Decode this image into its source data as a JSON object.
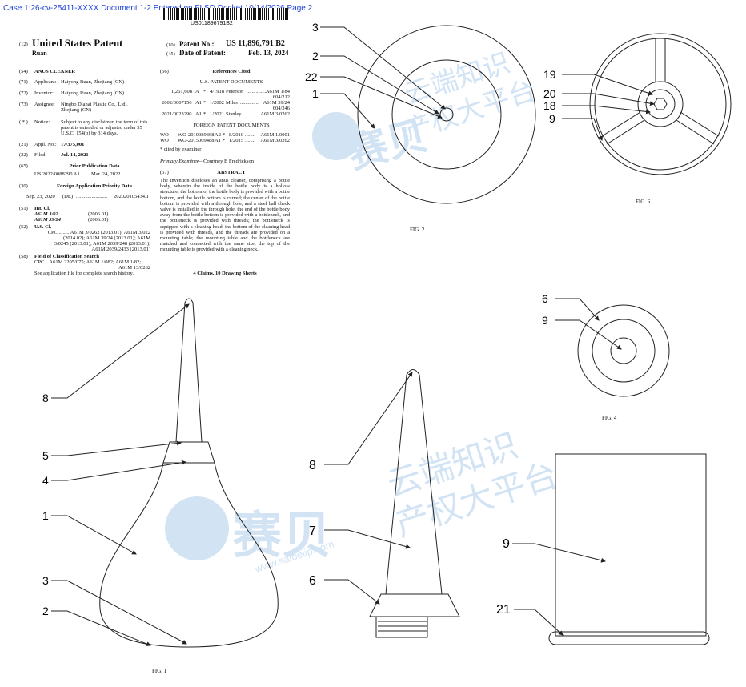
{
  "header": {
    "case_line": "Case 1:26-cv-25411-XXXX   Document 1-2   Entered on FLSD Docket 10/14/2026   Page 2",
    "barcode_number": "US011896791B2"
  },
  "patent": {
    "code12": "(12)",
    "title": "United States Patent",
    "inventor_short": "Ruan",
    "code10": "(10)",
    "number_label": "Patent No.:",
    "number": "US 11,896,791 B2",
    "code45": "(45)",
    "date_label": "Date of Patent:",
    "date": "Feb. 13, 2024"
  },
  "left": {
    "c54": "(54)",
    "invention": "ANUS CLEANER",
    "c71": "(71)",
    "applicant_label": "Applicant:",
    "applicant": "Haiyong Ruan, Zhejiang (CN)",
    "c72": "(72)",
    "inventor_label": "Inventor:",
    "inventor": "Haiyong Ruan, Zhejiang (CN)",
    "c73": "(73)",
    "assignee_label": "Assignee:",
    "assignee1": "Ningbo Dianai Plastic Co., Ltd.,",
    "assignee2": "Zhejiang (CN)",
    "cnote": "( * )",
    "notice_label": "Notice:",
    "notice1": "Subject to any disclaimer, the term of this",
    "notice2": "patent is extended or adjusted under 35",
    "notice3": "U.S.C. 154(b) by 314 days.",
    "c21": "(21)",
    "appl_label": "Appl. No.:",
    "appl": "17/375,001",
    "c22": "(22)",
    "filed_label": "Filed:",
    "filed": "Jul. 14, 2021",
    "c65": "(65)",
    "prior_title": "Prior Publication Data",
    "prior_num": "US 2022/0088290 A1",
    "prior_date": "Mar. 24, 2022",
    "c30": "(30)",
    "foreign_title": "Foreign Application Priority Data",
    "fp_date": "Sep. 23, 2020",
    "fp_country": "(DE)",
    "fp_dots": "........................",
    "fp_num": "202020105434.1",
    "c51": "(51)",
    "intcl_label": "Int. Cl.",
    "intcl1": "A61M 3/02",
    "intcl1_date": "(2006.01)",
    "intcl2": "A61M 39/24",
    "intcl2_date": "(2006.01)",
    "c52": "(52)",
    "uscl_label": "U.S. Cl.",
    "cpc1": "CPC ........ A61M 3/0262 (2013.01); A61M 3/022",
    "cpc2": "(2014.02); A61M 39/24 (2013.01); A61M",
    "cpc3": "3/0245 (2013.01); A61M 2039/248 (2013.01);",
    "cpc4": "A61M 2039/2433 (2013.01)",
    "c58": "(58)",
    "field_label": "Field of Classification Search",
    "field1": "CPC .. A61M 2205/075; A61M 1/082; A61M 1/82;",
    "field2": "A61M 13/0262",
    "field3": "See application file for complete search history."
  },
  "right": {
    "c56": "(56)",
    "refs_title": "References Cited",
    "us_docs": "U.S. PATENT DOCUMENTS",
    "us_rows": [
      {
        "num": "1,261,608",
        "kind": "A",
        "star": "*",
        "date": "4/1918",
        "name": "Peterson",
        "dots": "...............",
        "cls": "A61M 1/84",
        "cls2": "604/212"
      },
      {
        "num": "2002/0007156",
        "kind": "A1",
        "star": "*",
        "date": "1/2002",
        "name": "Miles",
        "dots": "...............",
        "cls": "A61M 39/24",
        "cls2": "604/246"
      },
      {
        "num": "2021/0023290",
        "kind": "A1",
        "star": "*",
        "date": "1/2021",
        "name": "Stanley",
        "dots": "............",
        "cls": "A61M 3/0262",
        "cls2": ""
      }
    ],
    "foreign_docs": "FOREIGN PATENT DOCUMENTS",
    "fo_rows": [
      {
        "cc": "WO",
        "num": "WO-2010089368",
        "kind": "A2",
        "star": "*",
        "date": "8/2010",
        "dots": "........",
        "cls": "A61M 1/0001"
      },
      {
        "cc": "WO",
        "num": "WO-2015009488",
        "kind": "A1",
        "star": "*",
        "date": "1/2015",
        "dots": "........",
        "cls": "A61M 3/0262"
      }
    ],
    "cited": "* cited by examiner",
    "examiner_label": "Primary Examiner",
    "examiner": "— Courtney B Fredrickson",
    "c57": "(57)",
    "abstract_title": "ABSTRACT",
    "abstract": "The invention discloses an anus cleaner, comprising a bottle body, wherein the inside of the bottle body is a hollow structure; the bottom of the bottle body is provided with a bottle bottom, and the bottle bottom is curved; the center of the bottle bottom is provided with a through hole, and a steel ball check valve is installed in the through hole; the end of the bottle body away from the bottle bottom is provided with a bottleneck, and the bottleneck is provided with threads; the bottleneck is equipped with a cleaning head; the bottom of the cleaning head is provided with threads, and the threads are provided on a mounting table; the mounting table and the bottleneck are matched and connected with the same size; the top of the mounting table is provided with a cleaning neck.",
    "claims": "4 Claims, 10 Drawing Sheets"
  },
  "watermark": {
    "brand": "赛贝",
    "line1": "云端知识",
    "line2": "产权大平台",
    "url": "www.saibeiip.com"
  },
  "figures": {
    "fig2": {
      "caption": "FIG. 2",
      "labels": [
        "3",
        "2",
        "22",
        "1"
      ]
    },
    "fig6": {
      "caption": "FIG. 6",
      "labels": [
        "19",
        "20",
        "18",
        "9"
      ]
    },
    "fig4": {
      "caption": "FIG. 4",
      "labels": [
        "6",
        "9"
      ]
    },
    "fig1": {
      "caption": "FIG. 1",
      "labels": [
        "8",
        "5",
        "4",
        "1",
        "3",
        "2"
      ]
    },
    "fig3": {
      "labels": [
        "8",
        "7",
        "6"
      ]
    },
    "fig5": {
      "labels": [
        "9",
        "21"
      ]
    }
  }
}
